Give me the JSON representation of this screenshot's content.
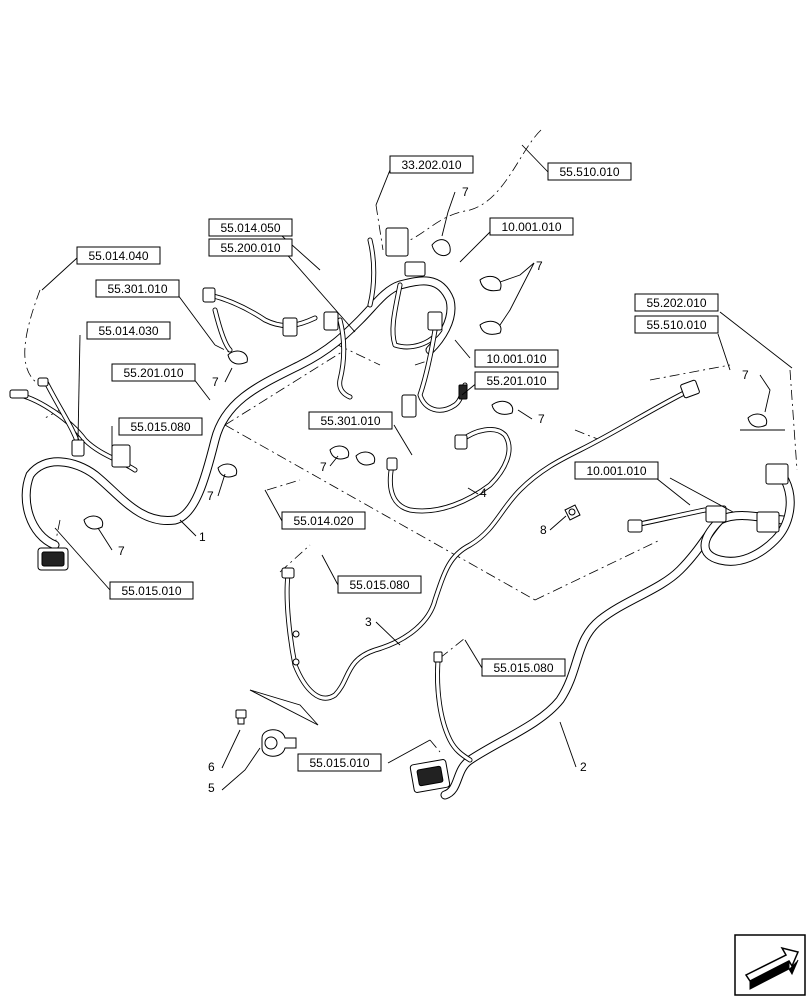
{
  "references": [
    {
      "id": "ref-33-202-010",
      "text": "33.202.010"
    },
    {
      "id": "ref-55-510-010-top",
      "text": "55.510.010"
    },
    {
      "id": "ref-55-014-050",
      "text": "55.014.050"
    },
    {
      "id": "ref-55-200-010",
      "text": "55.200.010"
    },
    {
      "id": "ref-10-001-010-top",
      "text": "10.001.010"
    },
    {
      "id": "ref-55-014-040",
      "text": "55.014.040"
    },
    {
      "id": "ref-55-301-010-left",
      "text": "55.301.010"
    },
    {
      "id": "ref-55-014-030",
      "text": "55.014.030"
    },
    {
      "id": "ref-55-201-010-left",
      "text": "55.201.010"
    },
    {
      "id": "ref-55-015-080-left",
      "text": "55.015.080"
    },
    {
      "id": "ref-10-001-010-mid",
      "text": "10.001.010"
    },
    {
      "id": "ref-55-201-010-mid",
      "text": "55.201.010"
    },
    {
      "id": "ref-55-301-010-mid",
      "text": "55.301.010"
    },
    {
      "id": "ref-55-202-010",
      "text": "55.202.010"
    },
    {
      "id": "ref-55-510-010-right",
      "text": "55.510.010"
    },
    {
      "id": "ref-10-001-010-right",
      "text": "10.001.010"
    },
    {
      "id": "ref-55-014-020",
      "text": "55.014.020"
    },
    {
      "id": "ref-55-015-010-left",
      "text": "55.015.010"
    },
    {
      "id": "ref-55-015-080-mid",
      "text": "55.015.080"
    },
    {
      "id": "ref-55-015-080-right",
      "text": "55.015.080"
    },
    {
      "id": "ref-55-015-010-bottom",
      "text": "55.015.010"
    }
  ],
  "callouts": [
    {
      "id": "item-7-a",
      "text": "7"
    },
    {
      "id": "item-7-b",
      "text": "7"
    },
    {
      "id": "item-7-c",
      "text": "7"
    },
    {
      "id": "item-7-d",
      "text": "7"
    },
    {
      "id": "item-7-e",
      "text": "7"
    },
    {
      "id": "item-7-f",
      "text": "7"
    },
    {
      "id": "item-7-g",
      "text": "7"
    },
    {
      "id": "item-7-h",
      "text": "7"
    },
    {
      "id": "item-1",
      "text": "1"
    },
    {
      "id": "item-2",
      "text": "2"
    },
    {
      "id": "item-3",
      "text": "3"
    },
    {
      "id": "item-4",
      "text": "4"
    },
    {
      "id": "item-5",
      "text": "5"
    },
    {
      "id": "item-6",
      "text": "6"
    },
    {
      "id": "item-8",
      "text": "8"
    }
  ],
  "nav": {
    "icon": "next-page-arrow-icon"
  }
}
